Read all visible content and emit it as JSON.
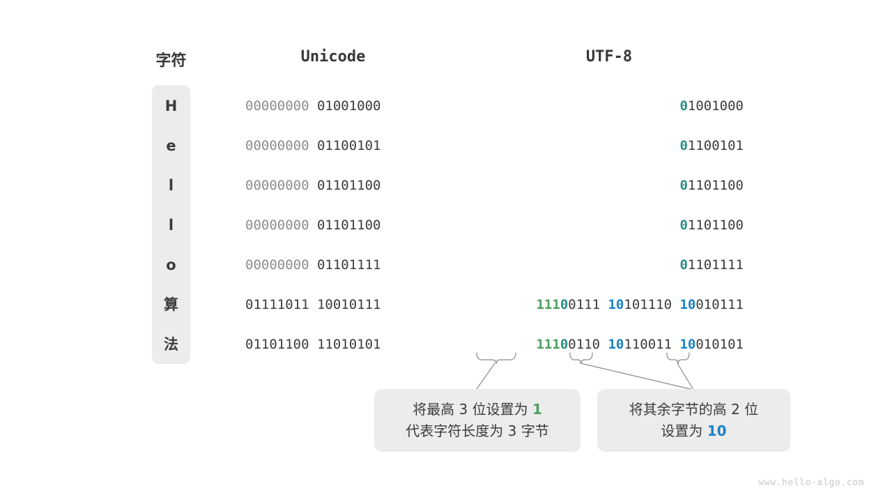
{
  "headers": {
    "char": "字符",
    "unicode": "Unicode",
    "utf8": "UTF-8"
  },
  "colors": {
    "panel_bg": "#ececec",
    "text_dark": "#3b3b3b",
    "text_dim": "#8c8c8c",
    "teal": "#2a8d84",
    "green": "#4c9d5d",
    "blue": "#1a82c6",
    "watermark": "#c8c8c8"
  },
  "rows": [
    {
      "char": "H",
      "unicode_high": "00000000",
      "unicode_low": "01001000",
      "utf8_lead_marker": "0",
      "utf8_lead_rest": "1001000",
      "utf8_cont": []
    },
    {
      "char": "e",
      "unicode_high": "00000000",
      "unicode_low": "01100101",
      "utf8_lead_marker": "0",
      "utf8_lead_rest": "1100101",
      "utf8_cont": []
    },
    {
      "char": "l",
      "unicode_high": "00000000",
      "unicode_low": "01101100",
      "utf8_lead_marker": "0",
      "utf8_lead_rest": "1101100",
      "utf8_cont": []
    },
    {
      "char": "l",
      "unicode_high": "00000000",
      "unicode_low": "01101100",
      "utf8_lead_marker": "0",
      "utf8_lead_rest": "1101100",
      "utf8_cont": []
    },
    {
      "char": "o",
      "unicode_high": "00000000",
      "unicode_low": "01101111",
      "utf8_lead_marker": "0",
      "utf8_lead_rest": "1101111",
      "utf8_cont": []
    },
    {
      "char": "算",
      "unicode_high": "01111011",
      "unicode_low": "10010111",
      "utf8_lead_prefix": "111",
      "utf8_lead_zero": "0",
      "utf8_lead_rest": "0111",
      "utf8_cont": [
        {
          "marker": "10",
          "rest": "101110"
        },
        {
          "marker": "10",
          "rest": "010111"
        }
      ]
    },
    {
      "char": "法",
      "unicode_high": "01101100",
      "unicode_low": "11010101",
      "utf8_lead_prefix": "111",
      "utf8_lead_zero": "0",
      "utf8_lead_rest": "0110",
      "utf8_cont": [
        {
          "marker": "10",
          "rest": "110011"
        },
        {
          "marker": "10",
          "rest": "010101"
        }
      ]
    }
  ],
  "callouts": {
    "left": {
      "line1_pre": "将最高 3 位设置为 ",
      "line1_hl": "1",
      "line2": "代表字符长度为 3 字节"
    },
    "right": {
      "line1": "将其余字节的高 2 位",
      "line2_pre": "设置为 ",
      "line2_hl": "10"
    }
  },
  "watermark": "www.hello-algo.com"
}
